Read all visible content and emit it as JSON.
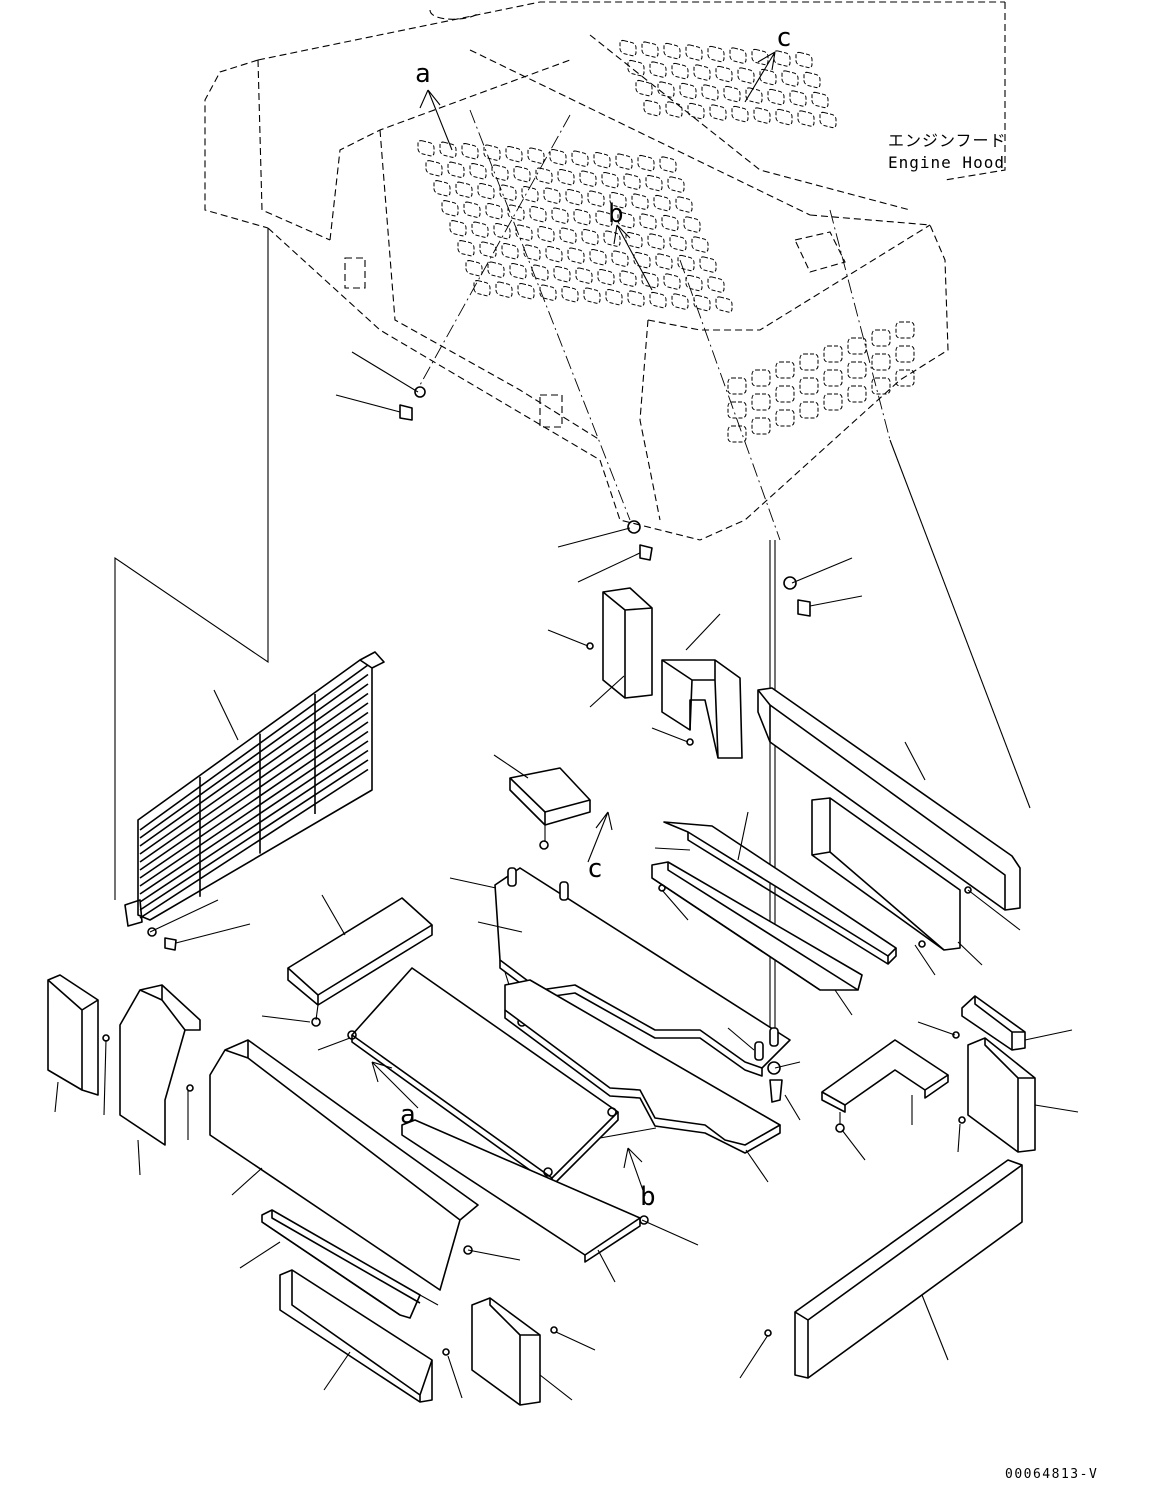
{
  "hood_label": {
    "jp": "エンジンフード",
    "en": "Engine Hood"
  },
  "reference_labels": {
    "a": "a",
    "b": "b",
    "c": "c"
  },
  "drawing_code": "00064813-V"
}
